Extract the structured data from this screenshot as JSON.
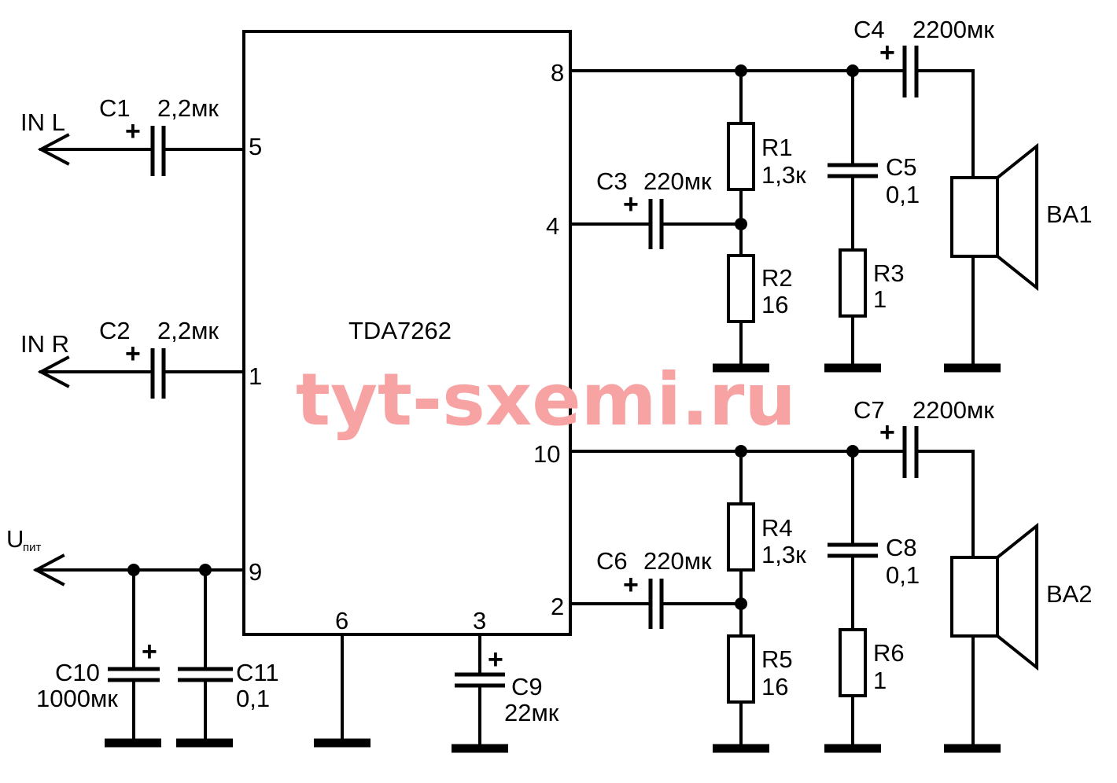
{
  "chip": {
    "name": "TDA7262"
  },
  "inputs": {
    "left": "IN L",
    "right": "IN R"
  },
  "supply": {
    "main": "U",
    "sub": "пит"
  },
  "pins": {
    "p1": "1",
    "p2": "2",
    "p3": "3",
    "p4": "4",
    "p5": "5",
    "p6": "6",
    "p8": "8",
    "p9": "9",
    "p10": "10"
  },
  "components": {
    "c1": {
      "ref": "C1",
      "value": "2,2мк"
    },
    "c2": {
      "ref": "C2",
      "value": "2,2мк"
    },
    "c3": {
      "ref": "C3",
      "value": "220мк"
    },
    "c4": {
      "ref": "C4",
      "value": "2200мк"
    },
    "c5": {
      "ref": "C5",
      "value": "0,1"
    },
    "c6": {
      "ref": "C6",
      "value": "220мк"
    },
    "c7": {
      "ref": "C7",
      "value": "2200мк"
    },
    "c8": {
      "ref": "C8",
      "value": "0,1"
    },
    "c9": {
      "ref": "C9",
      "value": "22мк"
    },
    "c10": {
      "ref": "C10",
      "value": "1000мк"
    },
    "c11": {
      "ref": "C11",
      "value": "0,1"
    },
    "r1": {
      "ref": "R1",
      "value": "1,3к"
    },
    "r2": {
      "ref": "R2",
      "value": "16"
    },
    "r3": {
      "ref": "R3",
      "value": "1"
    },
    "r4": {
      "ref": "R4",
      "value": "1,3к"
    },
    "r5": {
      "ref": "R5",
      "value": "16"
    },
    "r6": {
      "ref": "R6",
      "value": "1"
    },
    "ba1": {
      "ref": "BA1"
    },
    "ba2": {
      "ref": "BA2"
    }
  },
  "polarity_mark": "+",
  "watermark": "tyt-sxemi.ru"
}
